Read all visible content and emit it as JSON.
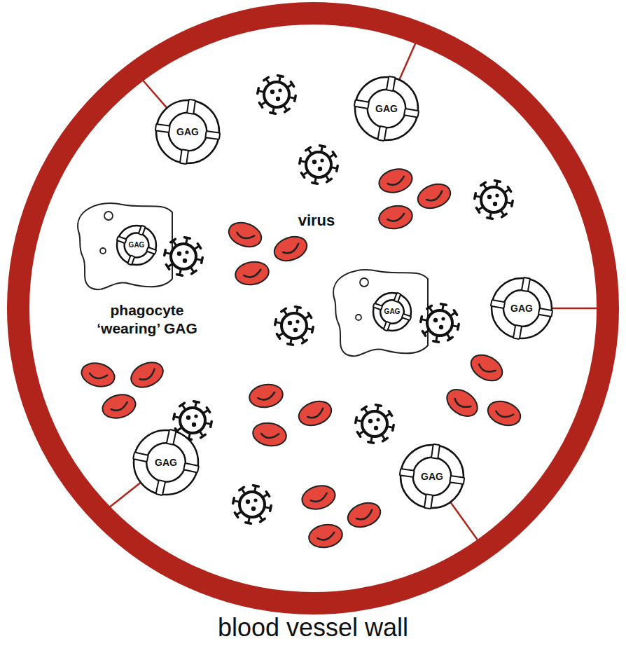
{
  "diagram": {
    "nodes": [
      {
        "text": [
          "GAG"
        ]
      },
      {
        "text": [
          "GAG"
        ]
      },
      {
        "text": [
          "GAG"
        ]
      },
      {
        "text": [
          "GAG"
        ]
      },
      {
        "text": [
          "GAG"
        ]
      },
      {
        "text": [
          "GAG"
        ]
      },
      {
        "text": [
          "GAG"
        ]
      }
    ],
    "labels": [
      "virus",
      "phagocyte ‘wearing’ GAG",
      "blood vessel wall"
    ]
  }
}
